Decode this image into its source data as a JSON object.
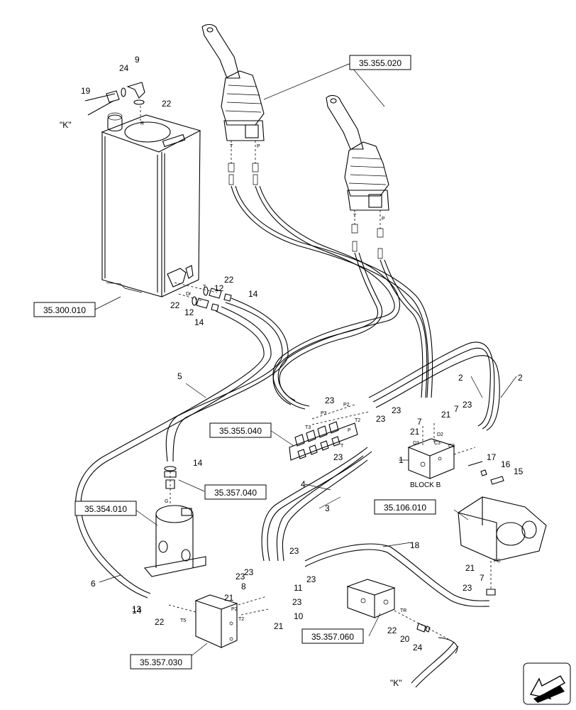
{
  "refs": {
    "r1": "35.355.020",
    "r2": "35.300.010",
    "r3": "35.355.040",
    "r4": "35.357.040",
    "r5": "35.354.010",
    "r6": "35.106.010",
    "r7": "35.357.060",
    "r8": "35.357.030"
  },
  "labels": {
    "k1": "\"K\"",
    "k2": "\"K\"",
    "blockb": "BLOCK B"
  },
  "ports": {
    "R": "R",
    "T1": "T",
    "P1": "P",
    "T2": "T",
    "P2": "P",
    "Dr": "Dr",
    "Tt": "T",
    "G": "G",
    "P3": "P3",
    "T3": "T3",
    "P2a": "P2",
    "T2a": "T2",
    "Pm": "P",
    "Tm": "T",
    "D3": "D3",
    "C3": "C3",
    "D2": "D2",
    "C2": "C2",
    "PC": "PC",
    "TR": "TR",
    "P2b": "P2",
    "T2b": "T2",
    "T5": "T5"
  },
  "callouts": {
    "n1": "1",
    "n2a": "2",
    "n2b": "2",
    "n3": "3",
    "n4": "4",
    "n5": "5",
    "n6": "6",
    "n7a": "7",
    "n7b": "7",
    "n7c": "7",
    "n8": "8",
    "n9": "9",
    "n10": "10",
    "n11": "11",
    "n12a": "12",
    "n12b": "12",
    "n13": "13",
    "n14a": "14",
    "n14b": "14",
    "n14c": "14",
    "n14d": "14",
    "n15": "15",
    "n16": "16",
    "n17": "17",
    "n18": "18",
    "n19": "19",
    "n20": "20",
    "n21a": "21",
    "n21b": "21",
    "n21c": "21",
    "n21d": "21",
    "n21e": "21",
    "n22a": "22",
    "n22b": "22",
    "n22c": "22",
    "n22d": "22",
    "n22e": "22",
    "n23a": "23",
    "n23b": "23",
    "n23c": "23",
    "n23d": "23",
    "n23e": "23",
    "n23f": "23",
    "n23g": "23",
    "n23h": "23",
    "n23i": "23",
    "n23j": "23",
    "n23k": "23",
    "n24a": "24",
    "n24b": "24"
  }
}
